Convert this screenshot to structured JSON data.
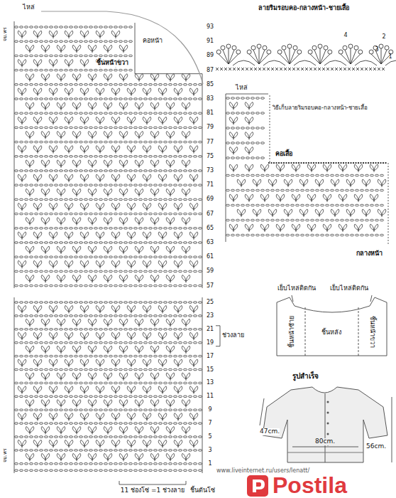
{
  "diagram": {
    "nodes": [
      {
        "text": [
          "ชิ้นหน้าซ้าย"
        ]
      },
      {
        "text": [
          "ชิ้นหลัง"
        ]
      },
      {
        "text": [
          "ชิ้นหน้าขวา"
        ]
      }
    ],
    "labels": [
      "ไหล่",
      "จบ.ทร",
      "คอหน้า",
      "ชิ้นหน้าขวา",
      "93",
      "91",
      "89",
      "87",
      "85",
      "83",
      "81",
      "79",
      "77",
      "75",
      "73",
      "71",
      "69",
      "67",
      "65",
      "63",
      "61",
      "59",
      "57",
      "25",
      "23",
      "21",
      "19",
      "17",
      "15",
      "13",
      "11",
      "9",
      "7",
      "5",
      "3",
      "1",
      "ช่วงลาย",
      "จบ.ทร",
      "11 ช่องโซ่ =1 ช่วงลาย",
      "ชิ้นต้นโซ่",
      "ลายริมรอบคอ-กลางหน้า-ชายเสื้อ",
      "1",
      "2",
      "3",
      "4",
      "ไหล่",
      "วิธีเก็บลายริมรอบคอ-กลางหน้า-ชายเสื้อ",
      "คอเสื้อ",
      "กลางหน้า",
      "เย็บไหล่ติดกัน",
      "เย็บไหล่ติดกัน",
      "รูปสำเร็จ",
      "47cm.",
      "56cm.",
      "80cm.",
      "www.liveinternet.ru/users/lenatt/",
      "Postila"
    ]
  }
}
